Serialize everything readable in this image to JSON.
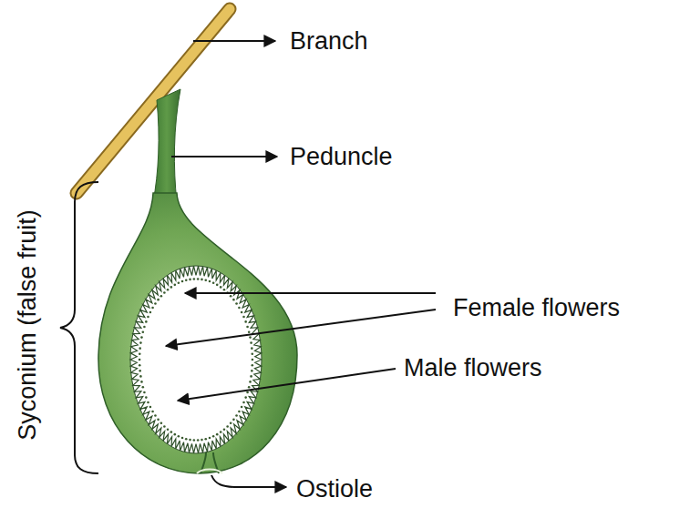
{
  "diagram": {
    "labels": [
      "Branch",
      "Peduncle",
      "Syconium (false fruit)",
      "Female flowers",
      "Male flowers",
      "Ostiole"
    ]
  }
}
